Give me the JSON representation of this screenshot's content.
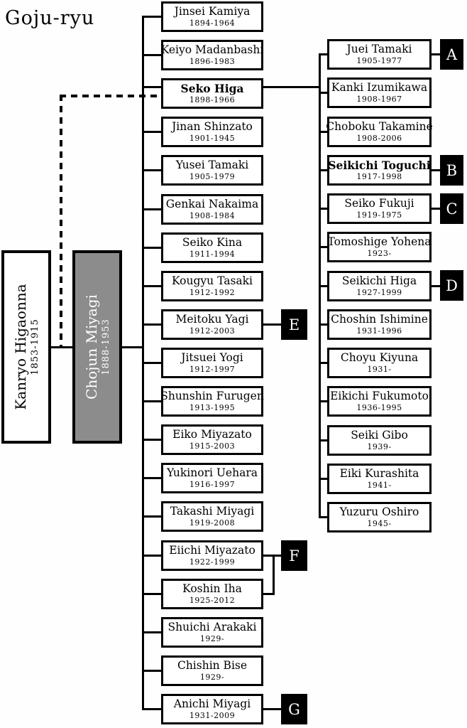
{
  "title": "Goju-ryu",
  "colors": {
    "founder_fill_gray": "#8c8c8c",
    "line": "#000000",
    "badge_bg": "#000000",
    "badge_text": "#ffffff",
    "box_bg": "#ffffff"
  },
  "founders": [
    {
      "name": "Kanryo Higaonna",
      "years": "1853-1915"
    },
    {
      "name": "Chojun Miyagi",
      "years": "1888-1953"
    }
  ],
  "miyagi_students": [
    {
      "name": "Jinsei Kamiya",
      "years": "1894-1964"
    },
    {
      "name": "Keiyo Madanbashi",
      "years": "1896-1983"
    },
    {
      "name": "Seko Higa",
      "years": "1898-1966"
    },
    {
      "name": "Jinan Shinzato",
      "years": "1901-1945"
    },
    {
      "name": "Yusei Tamaki",
      "years": "1905-1979"
    },
    {
      "name": "Genkai Nakaima",
      "years": "1908-1984"
    },
    {
      "name": "Seiko Kina",
      "years": "1911-1994"
    },
    {
      "name": "Kougyu Tasaki",
      "years": "1912-1992"
    },
    {
      "name": "Meitoku Yagi",
      "years": "1912-2003",
      "badge": "E"
    },
    {
      "name": "Jitsuei Yogi",
      "years": "1912-1997"
    },
    {
      "name": "Shunshin Furugen",
      "years": "1913-1995"
    },
    {
      "name": "Eiko Miyazato",
      "years": "1915-2003"
    },
    {
      "name": "Yukinori Uehara",
      "years": "1916-1997"
    },
    {
      "name": "Takashi Miyagi",
      "years": "1919-2008"
    },
    {
      "name": "Eiichi Miyazato",
      "years": "1922-1999",
      "badge": "F"
    },
    {
      "name": "Koshin Iha",
      "years": "1925-2012"
    },
    {
      "name": "Shuichi Arakaki",
      "years": "1929-"
    },
    {
      "name": "Chishin Bise",
      "years": "1929-"
    },
    {
      "name": "Anichi Miyagi",
      "years": "1931-2009",
      "badge": "G"
    }
  ],
  "higa_students": [
    {
      "name": "Juei Tamaki",
      "years": "1905-1977",
      "badge": "A"
    },
    {
      "name": "Kanki Izumikawa",
      "years": "1908-1967"
    },
    {
      "name": "Choboku Takamine",
      "years": "1908-2006"
    },
    {
      "name": "Seikichi Toguchi",
      "years": "1917-1998",
      "badge": "B"
    },
    {
      "name": "Seiko Fukuji",
      "years": "1919-1975",
      "badge": "C"
    },
    {
      "name": "Tomoshige Yohena",
      "years": "1923-"
    },
    {
      "name": "Seikichi Higa",
      "years": "1927-1999",
      "badge": "D"
    },
    {
      "name": "Choshin Ishimine",
      "years": "1931-1996"
    },
    {
      "name": "Choyu Kiyuna",
      "years": "1931-"
    },
    {
      "name": "Eikichi Fukumoto",
      "years": "1936-1995"
    },
    {
      "name": "Seiki Gibo",
      "years": "1939-"
    },
    {
      "name": "Eiki Kurashita",
      "years": "1941-"
    },
    {
      "name": "Yuzuru Oshiro",
      "years": "1945-"
    }
  ]
}
